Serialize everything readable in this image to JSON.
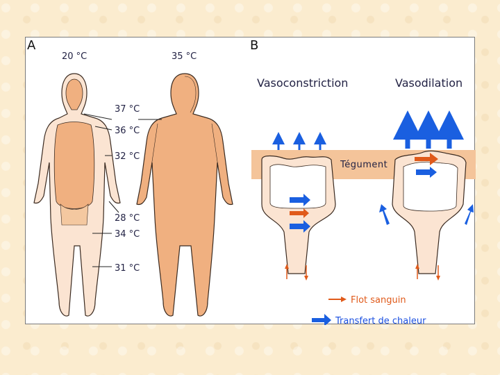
{
  "panels": {
    "a_label": "A",
    "b_label": "B"
  },
  "panel_a": {
    "temp_left": "20 °C",
    "temp_right": "35 °C",
    "zone_labels": [
      "37 °C",
      "36 °C",
      "32 °C",
      "28 °C",
      "34 °C",
      "31 °C"
    ]
  },
  "panel_b": {
    "vasoconstriction": "Vasoconstriction",
    "vasodilation": "Vasodilation",
    "tegument": "Tégument",
    "legend_blood": "Flot sanguin",
    "legend_heat": "Transfert de chaleur"
  },
  "colors": {
    "skin": "#f0b080",
    "skin_light": "#fbe4d2",
    "tegument_band": "#f4c49a",
    "blood_arrow": "#e05a1a",
    "heat_arrow": "#1a5fe0"
  }
}
